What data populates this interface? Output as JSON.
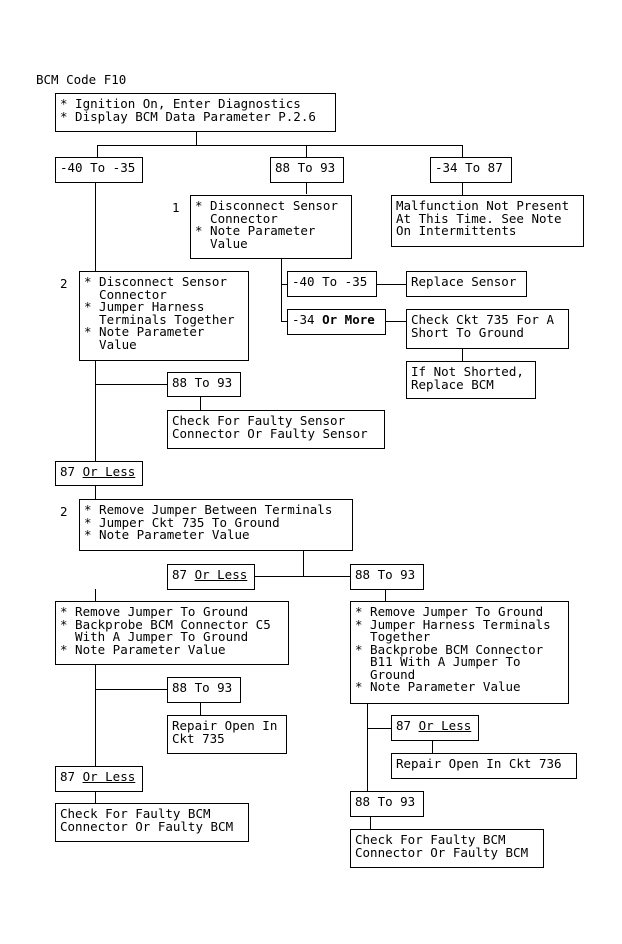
{
  "title": "BCM Code F10",
  "boxes": {
    "start": "* Ignition On, Enter Diagnostics\n* Display BCM Data Parameter P.2.6",
    "r_m40": "-40 To -35",
    "r_88a": "88 To 93",
    "r_m34_87": "-34 To 87",
    "step1": "* Disconnect Sensor\n  Connector\n* Note Parameter\n  Value",
    "malfunction": "Malfunction Not Present\nAt This Time. See Note\nOn Intermittents",
    "r_m40b": "-40 To -35",
    "replace_sensor": "Replace Sensor",
    "r_m34_pre": "-34 ",
    "r_m34_bold": "Or More",
    "check735": "Check Ckt 735 For A\nShort To Ground",
    "not_shorted": "If Not Shorted,\nReplace BCM",
    "step2a": "* Disconnect Sensor\n  Connector\n* Jumper Harness\n  Terminals Together\n* Note Parameter\n  Value",
    "r_88b": "88 To 93",
    "faulty_sensor": "Check For Faulty Sensor\nConnector Or Faulty Sensor",
    "r_87a_pre": "87 ",
    "r_87a_u": "Or Less",
    "step2b": "* Remove Jumper Between Terminals\n* Jumper Ckt 735 To Ground\n* Note Parameter Value",
    "r_87b_pre": "87 ",
    "r_87b_u": "Or Less",
    "r_88c": "88 To 93",
    "left_steps": "* Remove Jumper To Ground\n* Backprobe BCM Connector C5\n  With A Jumper To Ground\n* Note Parameter Value",
    "right_steps": "* Remove Jumper To Ground\n* Jumper Harness Terminals\n  Together\n* Backprobe BCM Connector\n  B11 With A Jumper To\n  Ground\n* Note Parameter Value",
    "r_88d": "88 To 93",
    "repair735": "Repair Open In\nCkt 735",
    "r_87c_pre": "87 ",
    "r_87c_u": "Or Less",
    "repair736": "Repair Open In Ckt 736",
    "r_87d_pre": "87 ",
    "r_87d_u": "Or Less",
    "r_88e": "88 To 93",
    "faulty_bcm_left": "Check For Faulty BCM\nConnector Or Faulty BCM",
    "faulty_bcm_right": "Check For Faulty BCM\nConnector Or Faulty BCM"
  },
  "step_numbers": {
    "n1": "1",
    "n2a": "2",
    "n2b": "2"
  }
}
